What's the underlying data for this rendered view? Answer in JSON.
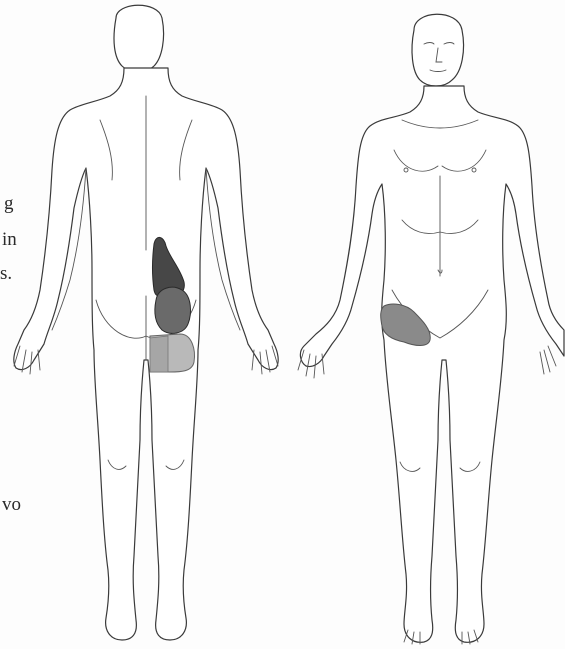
{
  "text_fragments": [
    "g",
    "in",
    "s.",
    "vo"
  ],
  "colors": {
    "dark_region": "#474747",
    "medium_region": "#6a6a6a",
    "light_region": "#b9b9b9",
    "front_region": "#8a8a8a",
    "outline": "#3a3a3a"
  },
  "shaded_regions": [
    {
      "view": "posterior",
      "area": "lumbar",
      "shade": "dark"
    },
    {
      "view": "posterior",
      "area": "buttock",
      "shade": "medium"
    },
    {
      "view": "posterior",
      "area": "upper-thigh",
      "shade": "light"
    },
    {
      "view": "anterior",
      "area": "groin",
      "shade": "medium"
    }
  ]
}
